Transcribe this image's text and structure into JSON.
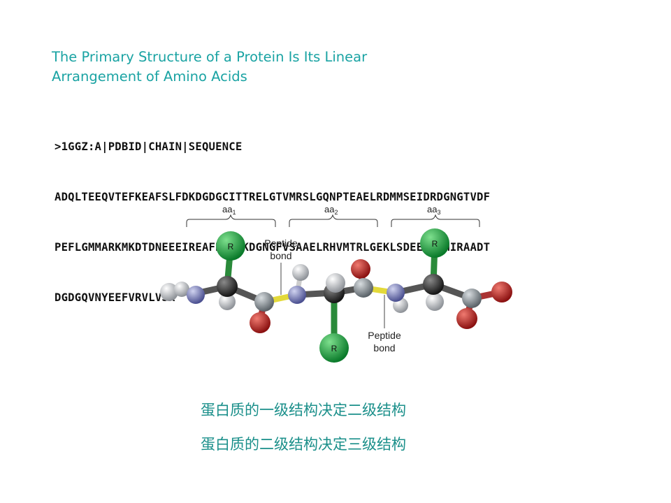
{
  "title": {
    "line1": "The Primary Structure of a Protein Is Its Linear",
    "line2": "Arrangement of Amino Acids"
  },
  "sequence": {
    "header": ">1GGZ:A|PDBID|CHAIN|SEQUENCE",
    "lines": [
      "ADQLTEEQVTEFKEAFSLFDKDGDGCITTRELGTVMRSLGQNPTEAELRDMMSEIDRDGNGTVDF",
      "PEFLGMMARKMKDTDNEEEIREAFRVFDKDGNGFVSAAELRHVMTRLGEKLSDEEVDEMIRAADT",
      "DGDGQVNYEEFVRVLVSK"
    ]
  },
  "diagram": {
    "residue_labels": [
      {
        "base": "aa",
        "sub": "1"
      },
      {
        "base": "aa",
        "sub": "2"
      },
      {
        "base": "aa",
        "sub": "3"
      }
    ],
    "r_group_label": "R",
    "peptide_bond_label": {
      "line1": "Peptide",
      "line2": "bond"
    },
    "colors": {
      "carbon": "#333333",
      "nitrogen": "#8a8fc8",
      "oxygen": "#c0282a",
      "hydrogen": "#d4d6d8",
      "r_group": "#1eaa4a",
      "peptide_bond": "#e3d93a"
    }
  },
  "captions": {
    "line1": "蛋白质的一级结构决定二级结构",
    "line2": "蛋白质的二级结构决定三级结构"
  }
}
